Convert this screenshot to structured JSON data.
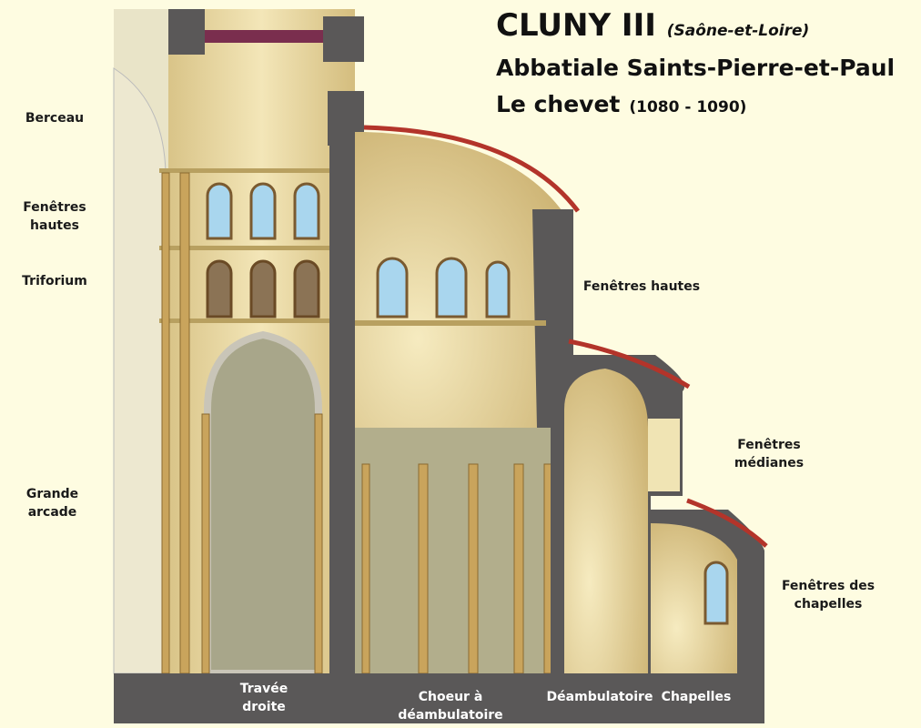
{
  "title": {
    "main": "CLUNY III",
    "region": "(Saône-et-Loire)",
    "subtitle": "Abbatiale Saints-Pierre-et-Paul",
    "part": "Le chevet",
    "dates": "(1080 - 1090)"
  },
  "left_labels": [
    "Berceau",
    "Fenêtres hautes",
    "Triforium",
    "Grande arcade"
  ],
  "right_labels": [
    "Fenêtres hautes",
    "Fenêtres médianes",
    "Fenêtres des chapelles"
  ],
  "bottom_labels": [
    "Travée droite",
    "Choeur à déambulatoire",
    "Déambulatoire",
    "Chapelles"
  ],
  "colors": {
    "background": "#FEFCE1",
    "wall": "#5A5858",
    "stone": "#E9D9A0",
    "roof": "#B3342A",
    "glass": "#A9D6EE"
  }
}
